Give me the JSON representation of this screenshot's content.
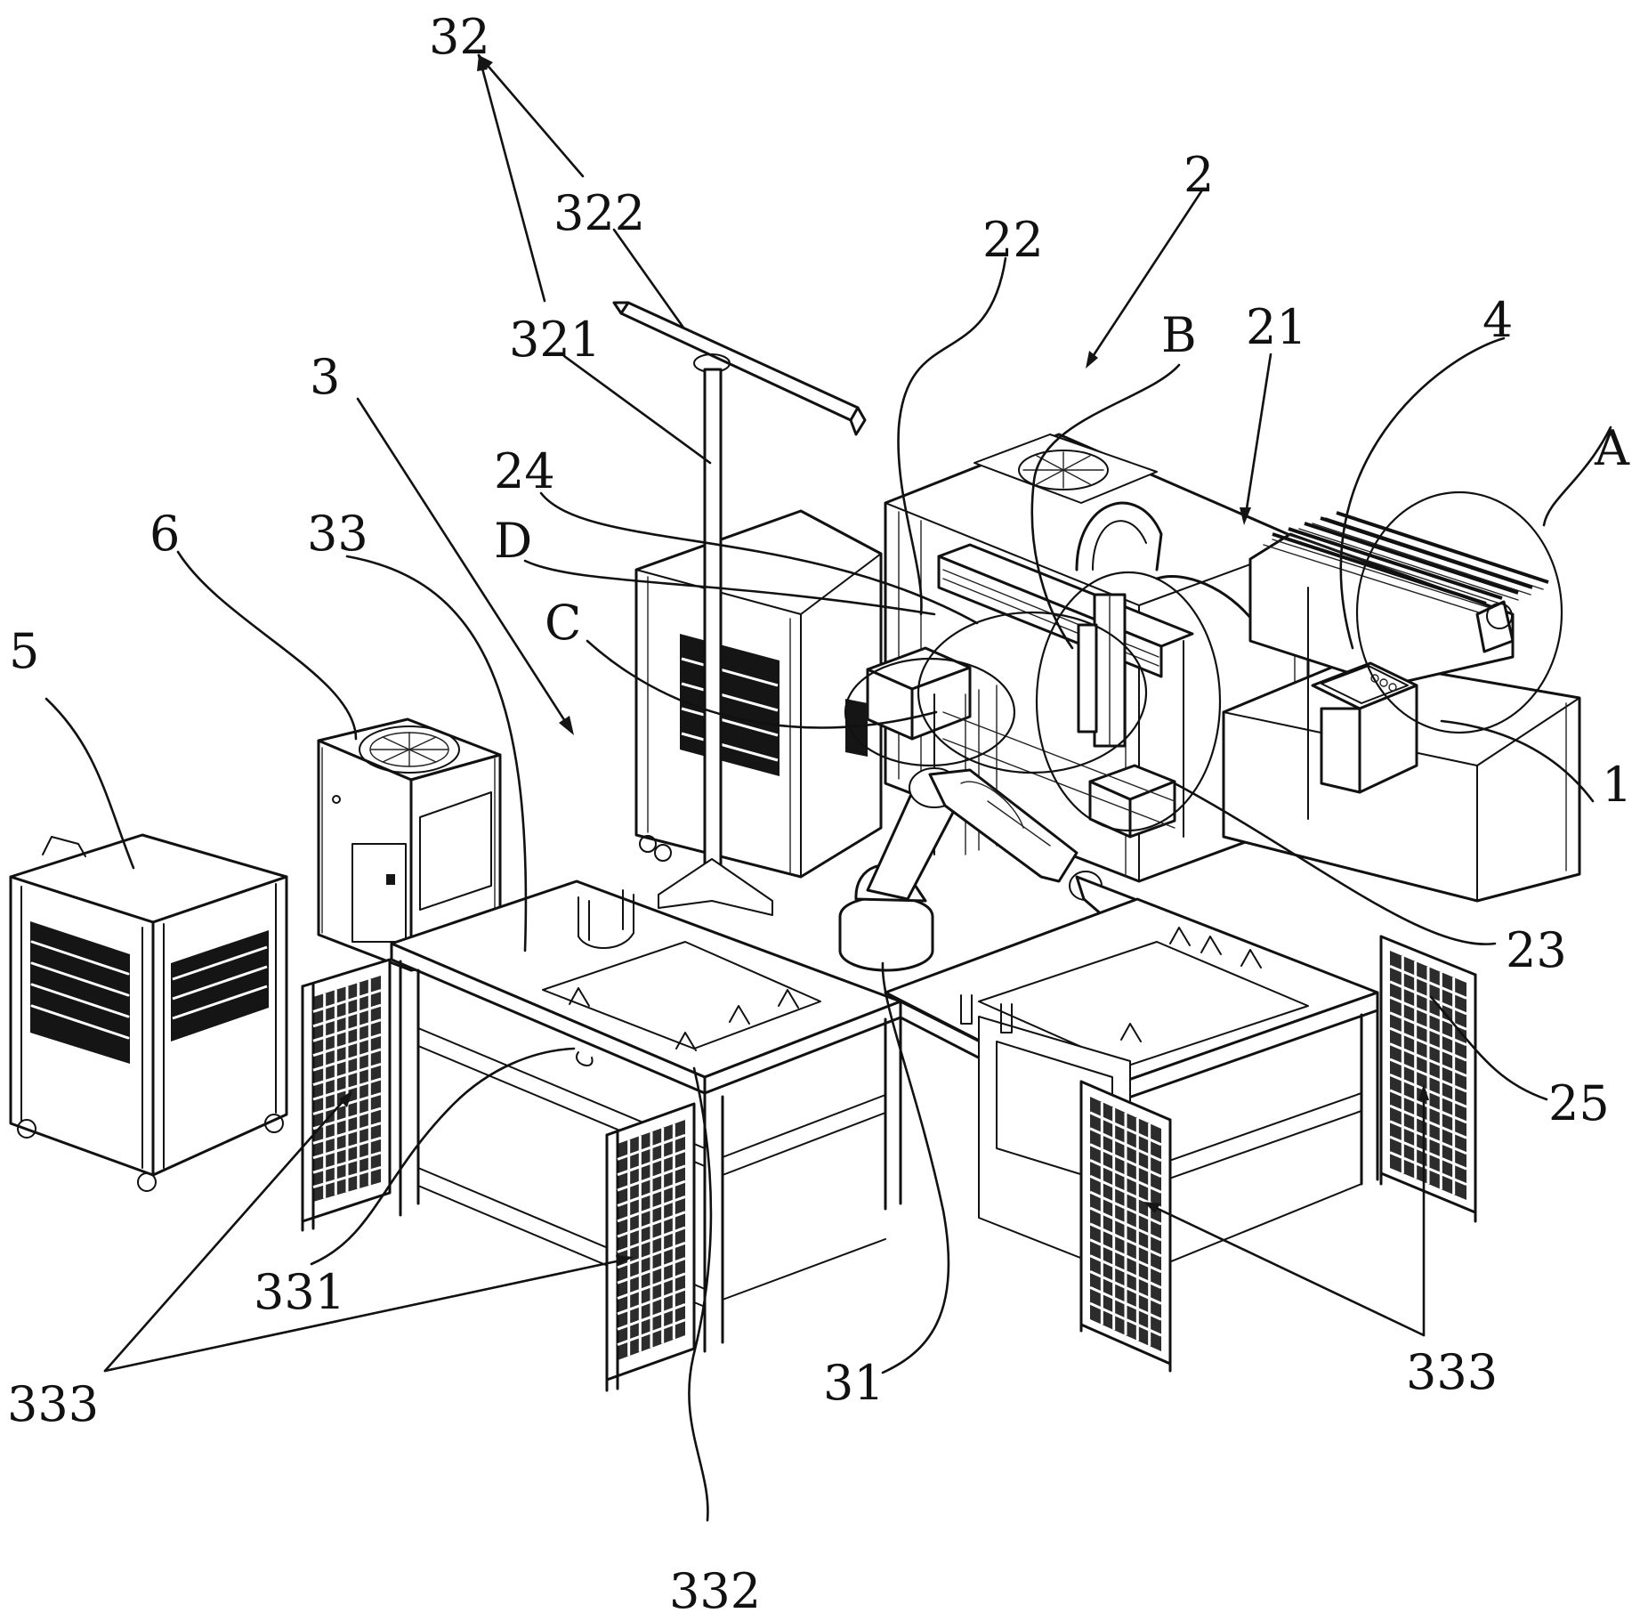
{
  "labels": {
    "l32": "32",
    "l322": "322",
    "l321": "321",
    "l2": "2",
    "l22": "22",
    "lB": "B",
    "l21": "21",
    "l4": "4",
    "lA": "A",
    "l3": "3",
    "l24": "24",
    "lD": "D",
    "lC": "C",
    "l6": "6",
    "l33": "33",
    "l5": "5",
    "l1": "1",
    "l23": "23",
    "l25": "25",
    "l331": "331",
    "l333a": "333",
    "l31": "31",
    "l333b": "333",
    "l332": "332"
  }
}
